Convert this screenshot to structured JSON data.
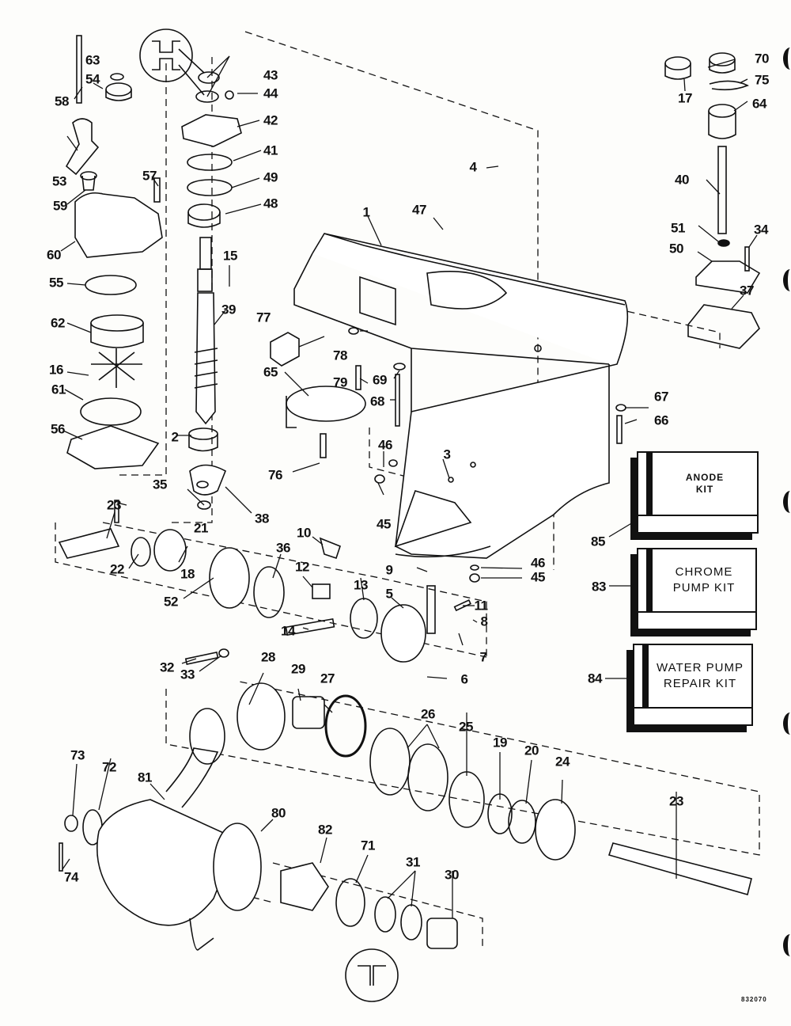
{
  "diagram": {
    "title": "Gearcase exploded parts diagram",
    "drawing_number": "832070",
    "kits": [
      {
        "id": "85",
        "label": "ANODE\nKIT"
      },
      {
        "id": "83",
        "label": "CHROME\nPUMP KIT"
      },
      {
        "id": "84",
        "label": "WATER PUMP\nREPAIR KIT"
      }
    ],
    "callouts": {
      "c1": "1",
      "c2": "2",
      "c3": "3",
      "c4": "4",
      "c5": "5",
      "c6": "6",
      "c7": "7",
      "c8": "8",
      "c9": "9",
      "c10": "10",
      "c11": "11",
      "c12": "12",
      "c13": "13",
      "c14": "14",
      "c15": "15",
      "c16": "16",
      "c17": "17",
      "c18": "18",
      "c19": "19",
      "c20": "20",
      "c21": "21",
      "c22": "22",
      "c23a": "23",
      "c23b": "23",
      "c24": "24",
      "c25": "25",
      "c26": "26",
      "c27": "27",
      "c28": "28",
      "c29": "29",
      "c30": "30",
      "c31": "31",
      "c32": "32",
      "c33": "33",
      "c34": "34",
      "c35": "35",
      "c36": "36",
      "c37": "37",
      "c38": "38",
      "c39": "39",
      "c40": "40",
      "c41": "41",
      "c42": "42",
      "c43": "43",
      "c44": "44",
      "c45a": "45",
      "c45b": "45",
      "c46a": "46",
      "c46b": "46",
      "c47": "47",
      "c48": "48",
      "c49": "49",
      "c50": "50",
      "c51": "51",
      "c52": "52",
      "c53": "53",
      "c54": "54",
      "c55": "55",
      "c56": "56",
      "c57": "57",
      "c58": "58",
      "c59": "59",
      "c60": "60",
      "c61": "61",
      "c62": "62",
      "c63": "63",
      "c64": "64",
      "c65": "65",
      "c66": "66",
      "c67": "67",
      "c68": "68",
      "c69": "69",
      "c70": "70",
      "c71": "71",
      "c72": "72",
      "c73": "73",
      "c74": "74",
      "c75": "75",
      "c76": "76",
      "c77": "77",
      "c78": "78",
      "c79": "79",
      "c80": "80",
      "c81": "81",
      "c82": "82",
      "c83": "83",
      "c84": "84",
      "c85": "85"
    }
  }
}
